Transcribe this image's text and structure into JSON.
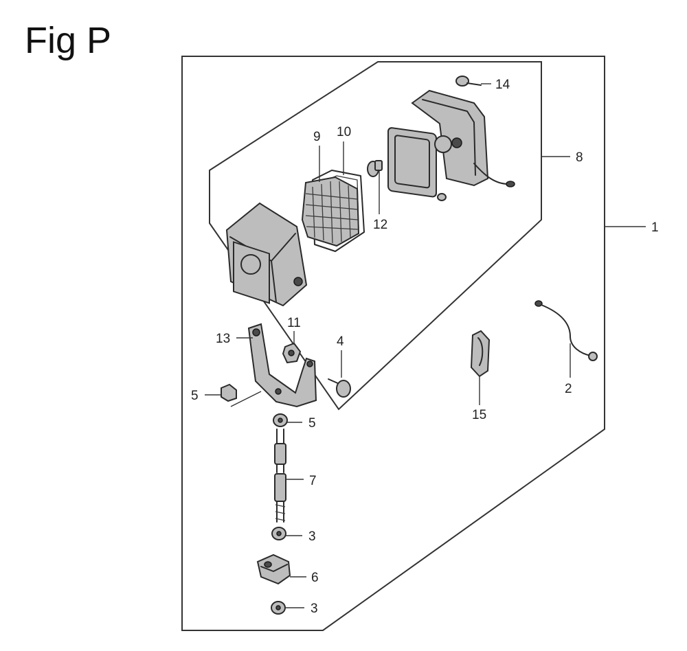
{
  "figure": {
    "title": "Fig P"
  },
  "callouts": {
    "c1": "1",
    "c2": "2",
    "c3a": "3",
    "c3b": "3",
    "c4": "4",
    "c5a": "5",
    "c5b": "5",
    "c6": "6",
    "c7": "7",
    "c8": "8",
    "c9": "9",
    "c10": "10",
    "c11": "11",
    "c12": "12",
    "c13": "13",
    "c14": "14",
    "c15": "15"
  },
  "icons": {
    "lamp-housing": "lamp-housing-icon",
    "lamp-lens": "lamp-lens-icon",
    "lamp-gasket": "lamp-gasket-icon",
    "bulb": "bulb-icon",
    "lamp-unit": "lamp-unit-icon",
    "screw": "screw-icon",
    "nut": "nut-icon",
    "bracket": "bracket-icon",
    "bolt": "bolt-icon",
    "clip": "clip-icon",
    "wire": "wire-harness-icon",
    "stud": "stud-icon",
    "clamp": "clamp-icon"
  }
}
